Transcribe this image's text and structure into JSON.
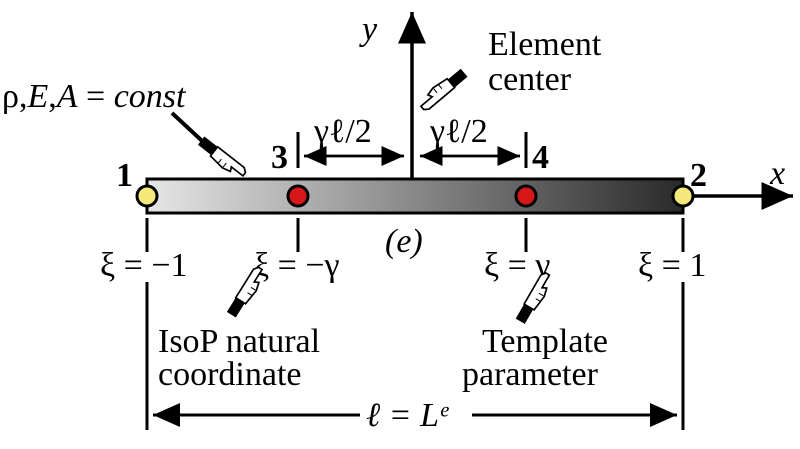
{
  "labels": {
    "y_axis": "y",
    "x_axis": "x",
    "properties": "ρ,E,A = const",
    "element_center_line1": "Element",
    "element_center_line2": "center",
    "half_length_left": "γℓ/2",
    "half_length_right": "γℓ/2",
    "element_tag": "(e)",
    "total_length": "ℓ = Lᵉ",
    "isop_line1": "IsoP natural",
    "isop_line2": "coordinate",
    "template_line1": "Template",
    "template_line2": "parameter"
  },
  "nodes": [
    {
      "id": "1",
      "xi": "ξ = −1",
      "kind": "end"
    },
    {
      "id": "3",
      "xi": "ξ = −γ",
      "kind": "interior"
    },
    {
      "id": "4",
      "xi": "ξ = γ",
      "kind": "interior"
    },
    {
      "id": "2",
      "xi": "ξ = 1",
      "kind": "end"
    }
  ],
  "colors": {
    "end_node": "#f4e87a",
    "interior_node": "#d81818",
    "bar_light": "#e6e6e6",
    "bar_dark": "#2a2a2a"
  },
  "icons": [
    "pointing-hand-icon"
  ]
}
